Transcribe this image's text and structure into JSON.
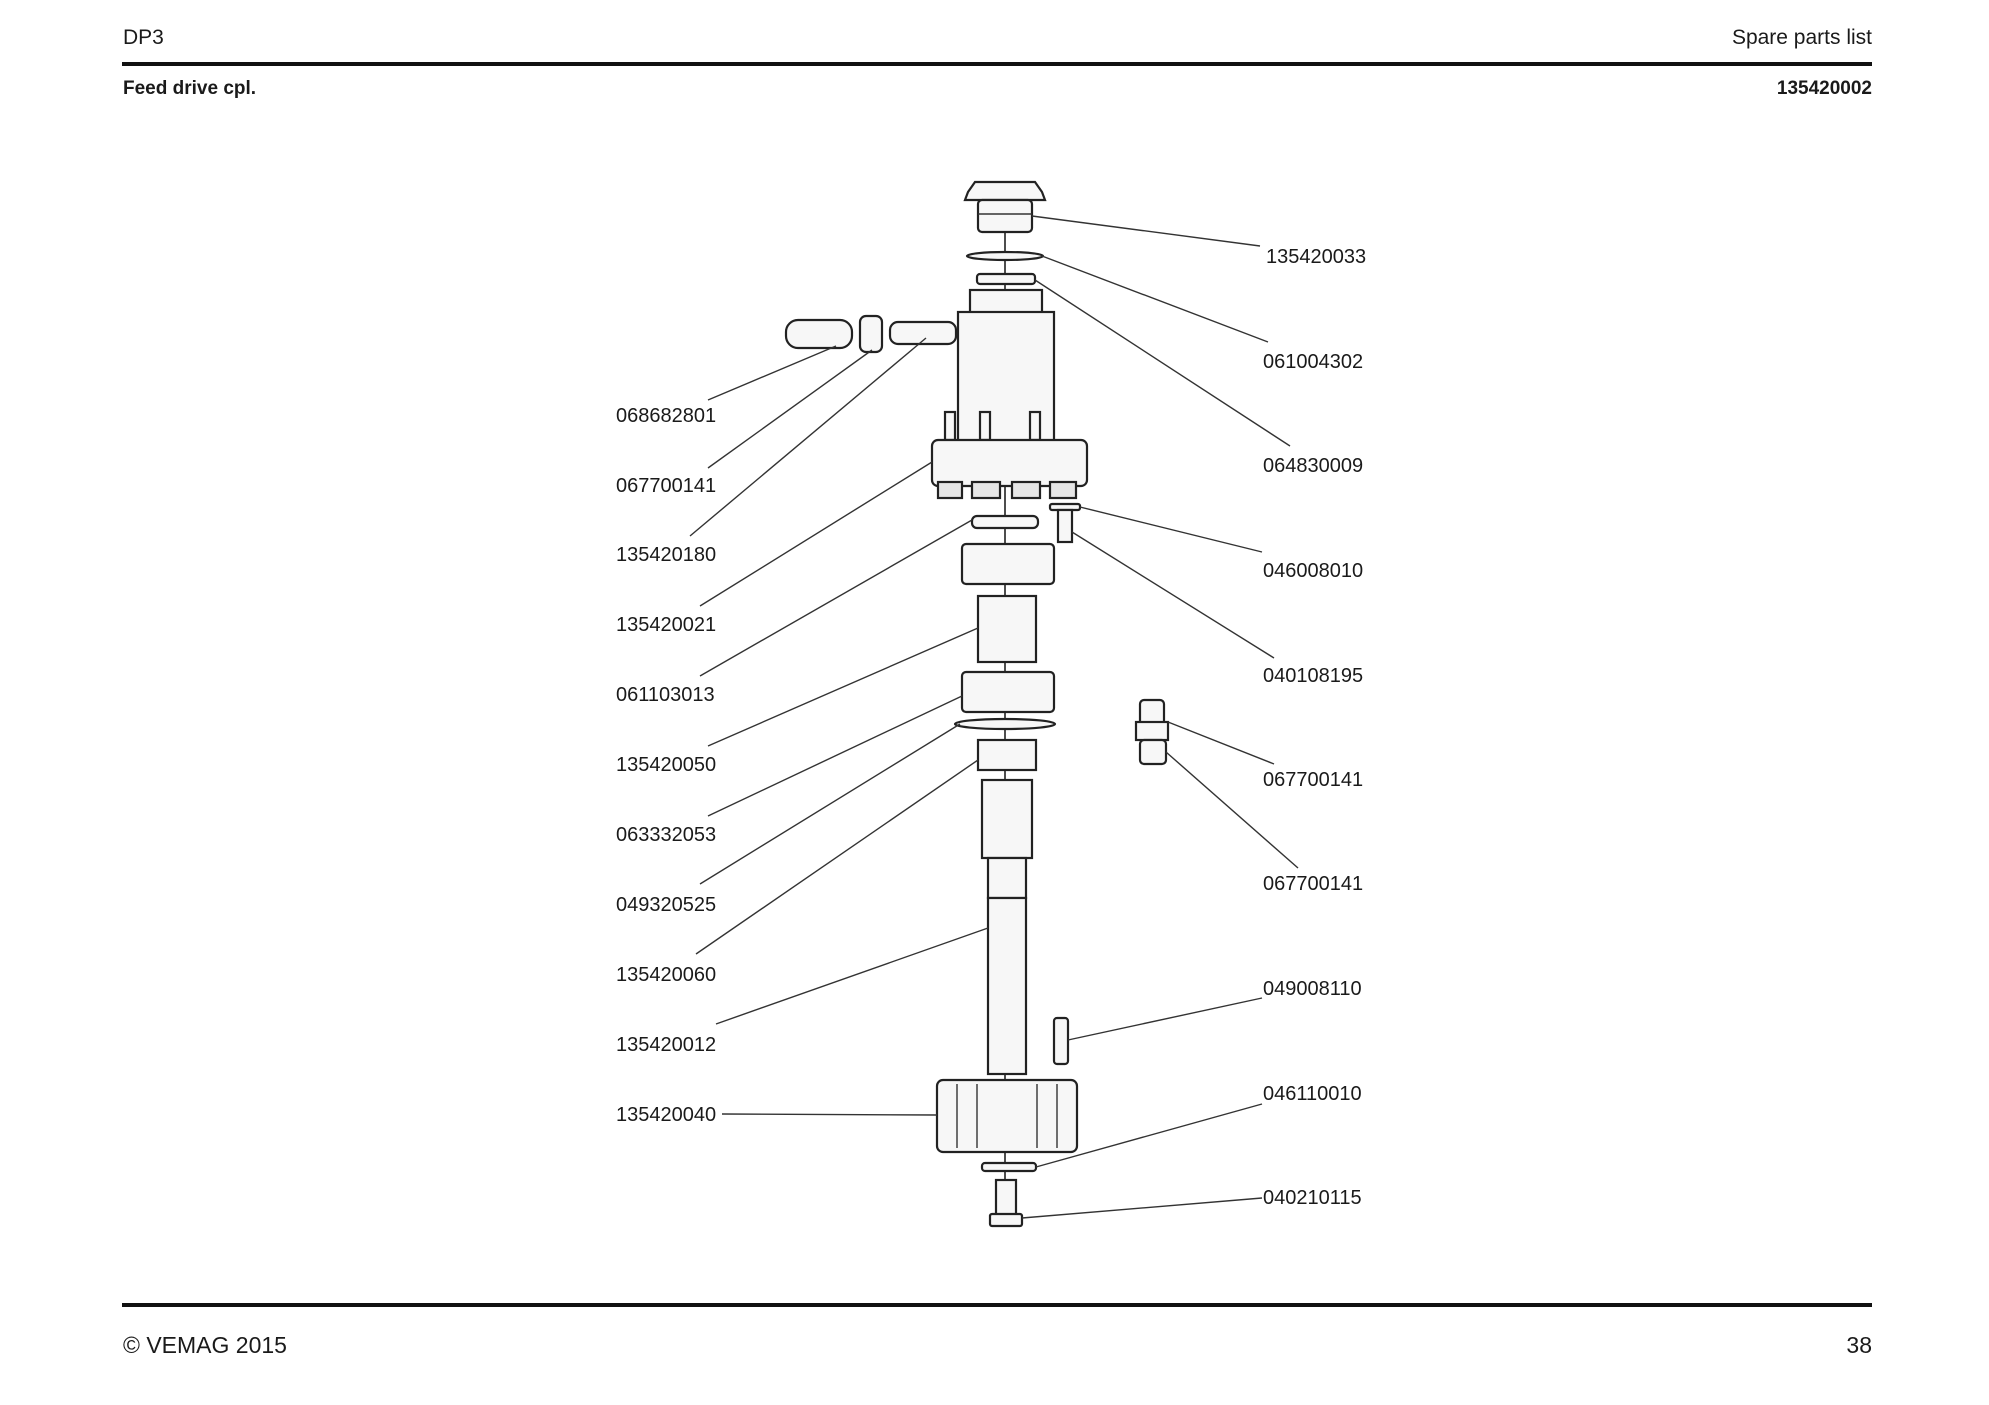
{
  "header": {
    "left": "DP3",
    "right": "Spare parts list",
    "subtitle_left": "Feed drive cpl.",
    "subtitle_right": "135420002"
  },
  "footer": {
    "left": "© VEMAG 2015",
    "right": "38"
  },
  "parts_left": [
    "068682801",
    "067700141",
    "135420180",
    "135420021",
    "061103013",
    "135420050",
    "063332053",
    "049320525",
    "135420060",
    "135420012",
    "135420040"
  ],
  "parts_right": [
    "135420033",
    "061004302",
    "064830009",
    "046008010",
    "040108195",
    "067700141",
    "067700141",
    "049008110",
    "046110010",
    "040210115"
  ]
}
